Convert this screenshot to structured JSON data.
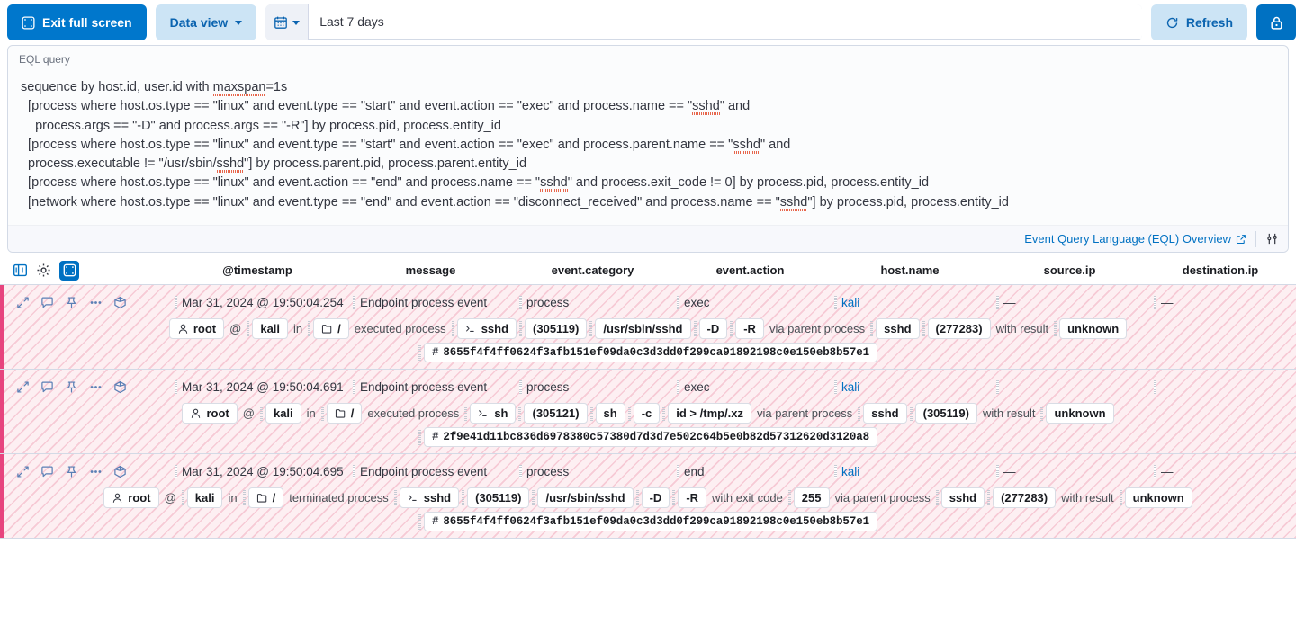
{
  "toolbar": {
    "exit_full_screen": "Exit full screen",
    "data_view": "Data view",
    "date_range": "Last 7 days",
    "refresh": "Refresh",
    "lock_icon": "lock-icon",
    "calendar_icon": "calendar-icon",
    "fullscreen_icon": "fullscreen-icon",
    "refresh_icon": "refresh-icon"
  },
  "eql": {
    "label": "EQL query",
    "lines": [
      "sequence by host.id, user.id with maxspan=1s",
      "  [process where host.os.type == \"linux\" and event.type == \"start\" and event.action == \"exec\" and process.name == \"sshd\" and",
      "    process.args == \"-D\" and process.args == \"-R\"] by process.pid, process.entity_id",
      "  [process where host.os.type == \"linux\" and event.type == \"start\" and event.action == \"exec\" and process.parent.name == \"sshd\" and",
      "  process.executable != \"/usr/sbin/sshd\"] by process.parent.pid, process.parent.entity_id",
      "  [process where host.os.type == \"linux\" and event.action == \"end\" and process.name == \"sshd\" and process.exit_code != 0] by process.pid, process.entity_id",
      "  [network where host.os.type == \"linux\" and event.type == \"end\" and event.action == \"disconnect_received\" and process.name == \"sshd\"] by process.pid, process.entity_id"
    ],
    "footer_link": "Event Query Language (EQL) Overview",
    "external_link_icon": "external-link-icon",
    "settings_icon": "sliders-icon"
  },
  "table": {
    "tools": {
      "columns_icon": "columns-icon",
      "gear_icon": "gear-icon",
      "fullscreen_icon": "fullscreen-icon"
    },
    "columns": [
      "@timestamp",
      "message",
      "event.category",
      "event.action",
      "host.name",
      "source.ip",
      "destination.ip"
    ],
    "row_icons": [
      "expand-icon",
      "comment-icon",
      "pin-icon",
      "more-icon",
      "analyzer-icon"
    ],
    "rows": [
      {
        "timestamp": "Mar 31, 2024 @ 19:50:04.254",
        "message": "Endpoint process event",
        "category": "process",
        "action": "exec",
        "host": "kali",
        "source_ip": "—",
        "destination_ip": "—",
        "summary": [
          {
            "t": "badge",
            "icon": "user-icon",
            "text": "root"
          },
          {
            "t": "word",
            "text": "@"
          },
          {
            "t": "sep"
          },
          {
            "t": "badge",
            "text": "kali"
          },
          {
            "t": "word",
            "text": "in"
          },
          {
            "t": "sep"
          },
          {
            "t": "badge",
            "icon": "folder-icon",
            "text": "/"
          },
          {
            "t": "word",
            "text": "executed process"
          },
          {
            "t": "sep"
          },
          {
            "t": "badge",
            "icon": "console-icon",
            "text": "sshd"
          },
          {
            "t": "sep"
          },
          {
            "t": "badge",
            "text": "(305119)"
          },
          {
            "t": "sep"
          },
          {
            "t": "badge",
            "text": "/usr/sbin/sshd"
          },
          {
            "t": "sep"
          },
          {
            "t": "badge",
            "text": "-D"
          },
          {
            "t": "sep"
          },
          {
            "t": "badge",
            "text": "-R"
          },
          {
            "t": "word",
            "text": "via parent process"
          },
          {
            "t": "sep"
          },
          {
            "t": "badge",
            "text": "sshd"
          },
          {
            "t": "sep"
          },
          {
            "t": "badge",
            "text": "(277283)"
          },
          {
            "t": "word",
            "text": "with result"
          },
          {
            "t": "sep"
          },
          {
            "t": "badge",
            "text": "unknown"
          }
        ],
        "hash": "8655f4f4ff0624f3afb151ef09da0c3d3dd0f299ca91892198c0e150eb8b57e1"
      },
      {
        "timestamp": "Mar 31, 2024 @ 19:50:04.691",
        "message": "Endpoint process event",
        "category": "process",
        "action": "exec",
        "host": "kali",
        "source_ip": "—",
        "destination_ip": "—",
        "summary": [
          {
            "t": "badge",
            "icon": "user-icon",
            "text": "root"
          },
          {
            "t": "word",
            "text": "@"
          },
          {
            "t": "sep"
          },
          {
            "t": "badge",
            "text": "kali"
          },
          {
            "t": "word",
            "text": "in"
          },
          {
            "t": "sep"
          },
          {
            "t": "badge",
            "icon": "folder-icon",
            "text": "/"
          },
          {
            "t": "word",
            "text": "executed process"
          },
          {
            "t": "sep"
          },
          {
            "t": "badge",
            "icon": "console-icon",
            "text": "sh"
          },
          {
            "t": "sep"
          },
          {
            "t": "badge",
            "text": "(305121)"
          },
          {
            "t": "sep"
          },
          {
            "t": "badge",
            "text": "sh"
          },
          {
            "t": "sep"
          },
          {
            "t": "badge",
            "text": "-c"
          },
          {
            "t": "sep"
          },
          {
            "t": "badge",
            "text": "id > /tmp/.xz"
          },
          {
            "t": "word",
            "text": "via parent process"
          },
          {
            "t": "sep"
          },
          {
            "t": "badge",
            "text": "sshd"
          },
          {
            "t": "sep"
          },
          {
            "t": "badge",
            "text": "(305119)"
          },
          {
            "t": "word",
            "text": "with result"
          },
          {
            "t": "sep"
          },
          {
            "t": "badge",
            "text": "unknown"
          }
        ],
        "hash": "2f9e41d11bc836d6978380c57380d7d3d7e502c64b5e0b82d57312620d3120a8"
      },
      {
        "timestamp": "Mar 31, 2024 @ 19:50:04.695",
        "message": "Endpoint process event",
        "category": "process",
        "action": "end",
        "host": "kali",
        "source_ip": "—",
        "destination_ip": "—",
        "summary": [
          {
            "t": "badge",
            "icon": "user-icon",
            "text": "root"
          },
          {
            "t": "word",
            "text": "@"
          },
          {
            "t": "sep"
          },
          {
            "t": "badge",
            "text": "kali"
          },
          {
            "t": "word",
            "text": "in"
          },
          {
            "t": "sep"
          },
          {
            "t": "badge",
            "icon": "folder-icon",
            "text": "/"
          },
          {
            "t": "word",
            "text": "terminated process"
          },
          {
            "t": "sep"
          },
          {
            "t": "badge",
            "icon": "console-icon",
            "text": "sshd"
          },
          {
            "t": "sep"
          },
          {
            "t": "badge",
            "text": "(305119)"
          },
          {
            "t": "sep"
          },
          {
            "t": "badge",
            "text": "/usr/sbin/sshd"
          },
          {
            "t": "sep"
          },
          {
            "t": "badge",
            "text": "-D"
          },
          {
            "t": "sep"
          },
          {
            "t": "badge",
            "text": "-R"
          },
          {
            "t": "word",
            "text": "with exit code"
          },
          {
            "t": "sep"
          },
          {
            "t": "badge",
            "text": "255"
          },
          {
            "t": "word",
            "text": "via parent process"
          },
          {
            "t": "sep"
          },
          {
            "t": "badge",
            "text": "sshd"
          },
          {
            "t": "sep"
          },
          {
            "t": "badge",
            "text": "(277283)"
          },
          {
            "t": "word",
            "text": "with result"
          },
          {
            "t": "sep"
          },
          {
            "t": "badge",
            "text": "unknown"
          }
        ],
        "hash": "8655f4f4ff0624f3afb151ef09da0c3d3dd0f299ca91892198c0e150eb8b57e1"
      }
    ]
  },
  "colors": {
    "primary": "#0077cc",
    "row_accent": "#e7447e",
    "row_bg": "#fdeff2",
    "link": "#0071c2"
  }
}
